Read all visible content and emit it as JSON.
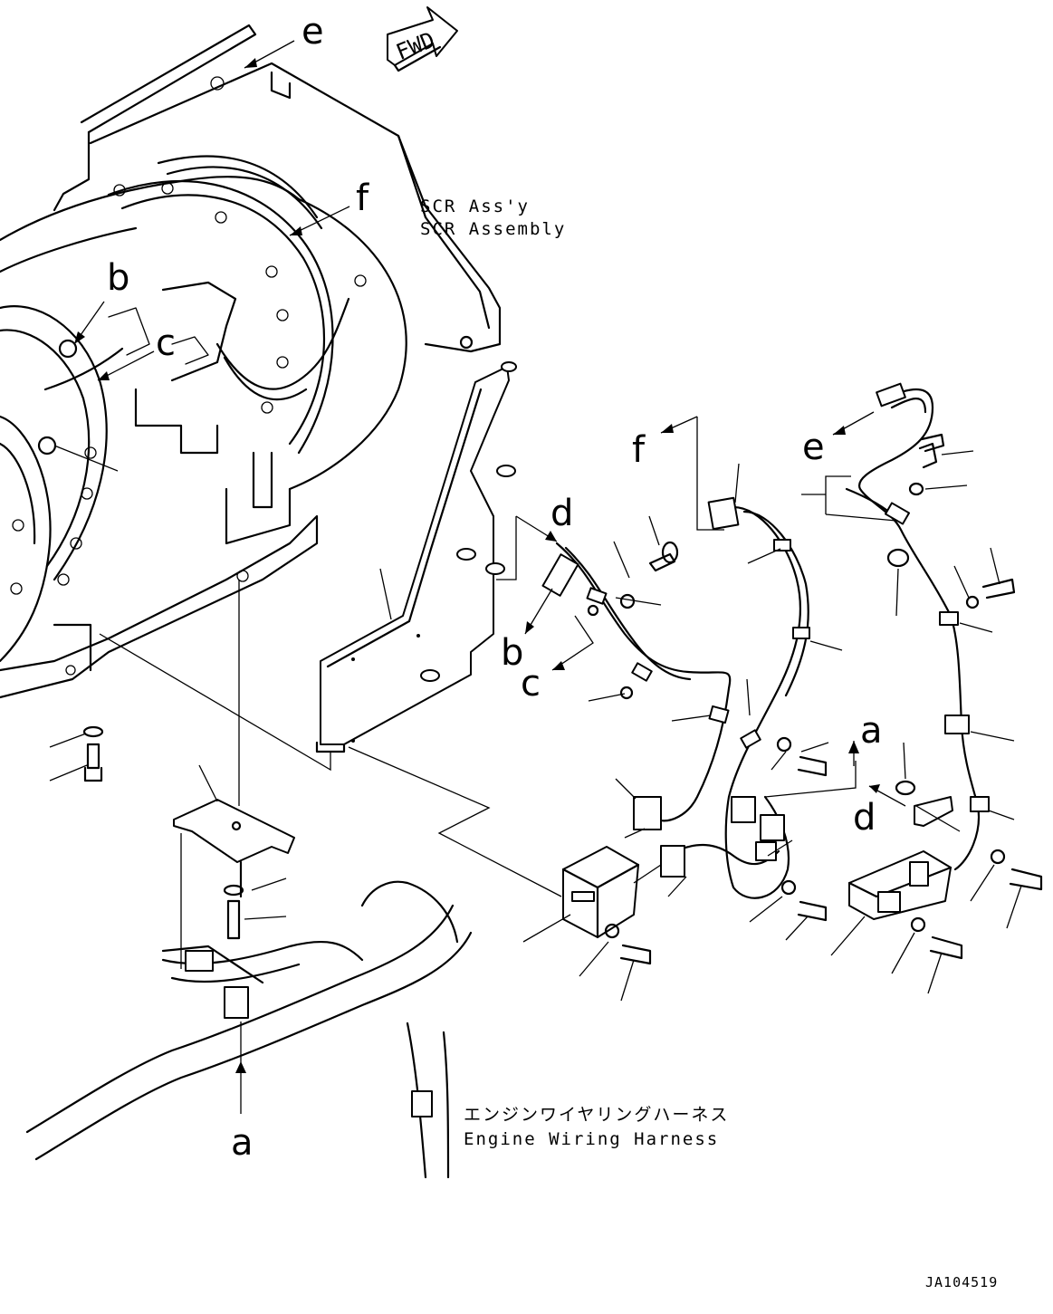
{
  "labels": {
    "scr_line1": "SCR Ass'y",
    "scr_line2": "SCR Assembly",
    "harness_jp": "エンジンワイヤリングハーネス",
    "harness_en": "Engine Wiring Harness",
    "fwd": "FWD",
    "figure_id": "JA104519"
  },
  "callouts": {
    "a": "a",
    "b": "b",
    "c": "c",
    "d": "d",
    "e": "e",
    "f": "f"
  }
}
